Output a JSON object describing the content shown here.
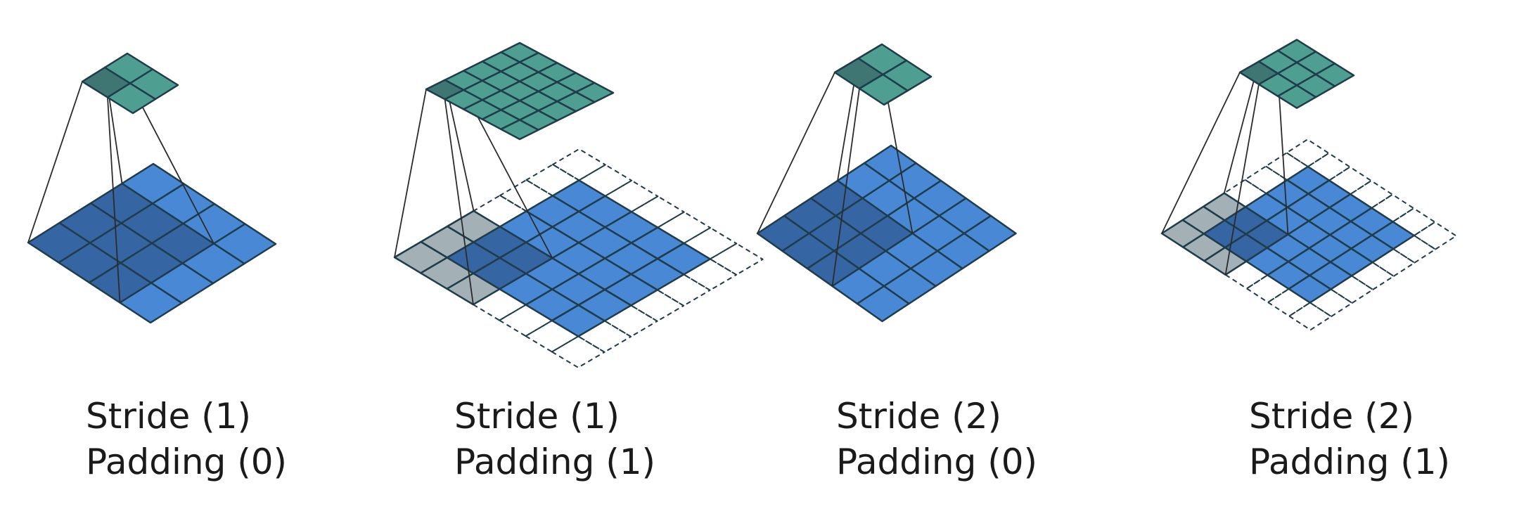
{
  "colors": {
    "output": "#4e9e92",
    "output_active": "#3f7674",
    "input": "#4888d5",
    "input_active": "#3565a3",
    "padding_active": "#a3b0b5",
    "edge": "#1f3c4a",
    "projection_line": "#2b2b2b"
  },
  "panels": [
    {
      "stride_label": "Stride (1)",
      "padding_label": "Padding (0)",
      "input_size": 4,
      "padding": 0,
      "stride": 1,
      "kernel": 3,
      "output_size": 2,
      "active_output_cell": [
        0,
        0
      ]
    },
    {
      "stride_label": "Stride (1)",
      "padding_label": "Padding (1)",
      "input_size": 5,
      "padding": 1,
      "stride": 1,
      "kernel": 3,
      "output_size": 5,
      "active_output_cell": [
        0,
        0
      ]
    },
    {
      "stride_label": "Stride (2)",
      "padding_label": "Padding (0)",
      "input_size": 5,
      "padding": 0,
      "stride": 2,
      "kernel": 3,
      "output_size": 2,
      "active_output_cell": [
        0,
        0
      ]
    },
    {
      "stride_label": "Stride (2)",
      "padding_label": "Padding (1)",
      "input_size": 5,
      "padding": 1,
      "stride": 2,
      "kernel": 3,
      "output_size": 3,
      "active_output_cell": [
        0,
        0
      ]
    }
  ]
}
